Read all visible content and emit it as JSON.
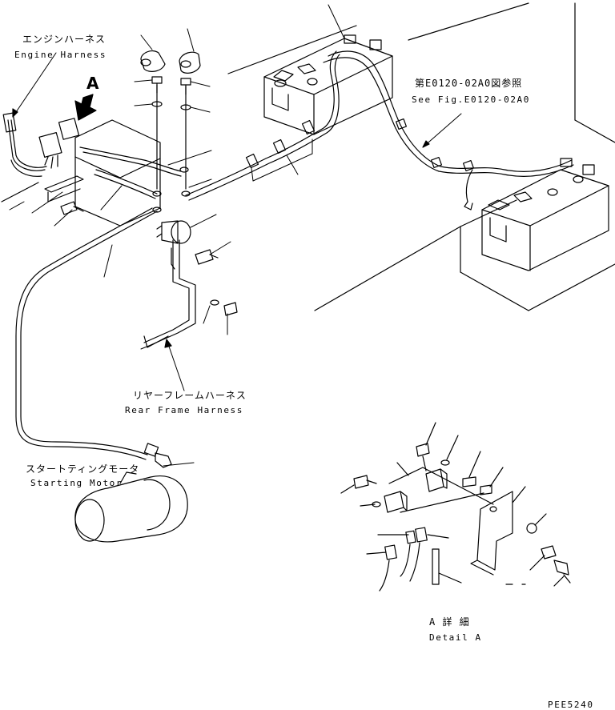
{
  "labels": {
    "engine_harness_jp": "エンジンハーネス",
    "engine_harness_en": "Engine Harness",
    "view_marker": "A",
    "see_fig_jp": "第E0120-02A0図参照",
    "see_fig_en": "See Fig.E0120-02A0",
    "rear_frame_harness_jp": "リヤーフレームハーネス",
    "rear_frame_harness_en": "Rear Frame Harness",
    "starting_motor_jp": "スタートティングモータ",
    "starting_motor_en": "Starting Motor",
    "detail_a_jp": "A 詳 細",
    "detail_a_en": "Detail A",
    "drawing_number": "PEE5240"
  }
}
